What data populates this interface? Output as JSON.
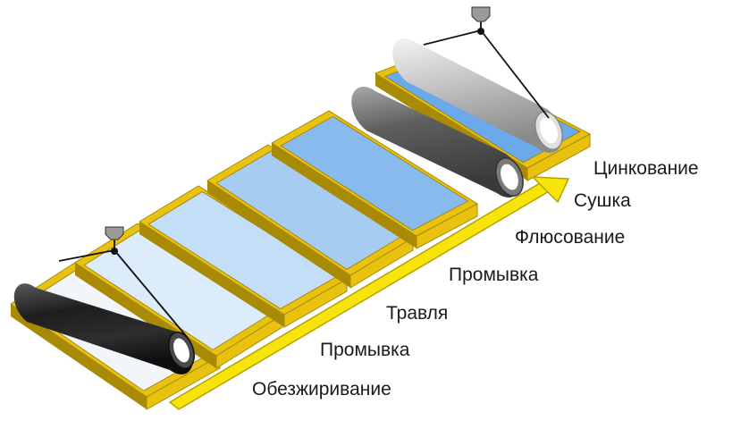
{
  "stages": [
    {
      "label": "Обезжиривание"
    },
    {
      "label": "Промывка"
    },
    {
      "label": "Травля"
    },
    {
      "label": "Промывка"
    },
    {
      "label": "Флюсование"
    },
    {
      "label": "Сушка"
    },
    {
      "label": "Цинкование"
    }
  ],
  "colors": {
    "tank_frame": "#e8c20e",
    "tank_frame_dark": "#a98a06",
    "arrow": "#f7e40a",
    "arrow_edge": "#b8a000",
    "pipe_black": "#262626",
    "pipe_gray": "#6e6e6e",
    "pipe_silver": "#c8c8c8"
  },
  "tank_fills": [
    "#f2f6fa",
    "#dcecfa",
    "#c3dff7",
    "#a7ccf2",
    "#88baee",
    "#6aa9ea",
    "#f3f3f3"
  ]
}
